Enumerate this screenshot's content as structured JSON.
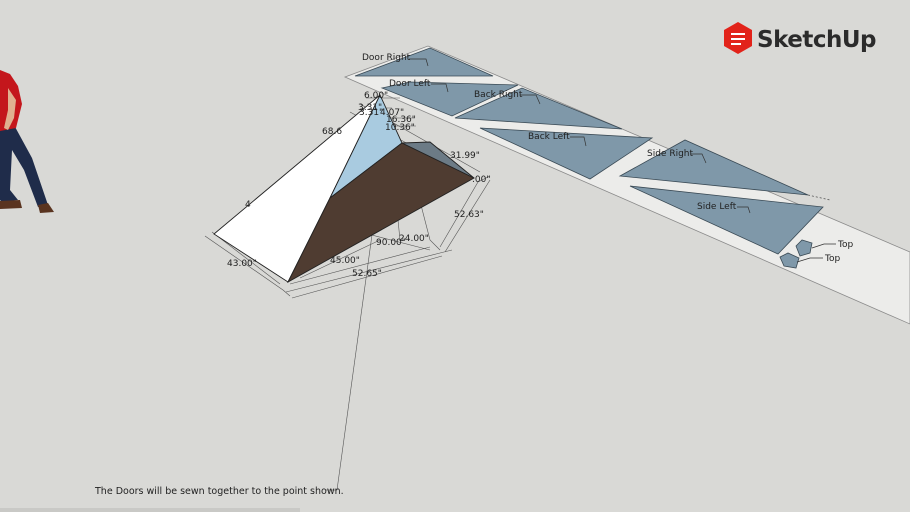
{
  "logo": {
    "text": "SketchUp",
    "color": "#e2231a"
  },
  "panel_labels": {
    "door_right": "Door Right",
    "door_left": "Door Left",
    "back_right": "Back Right",
    "back_left": "Back Left",
    "side_right": "Side Right",
    "side_left": "Side Left",
    "top_1": "Top",
    "top_2": "Top"
  },
  "dimensions": {
    "d1": "6.00\"",
    "d2": "3.31\"",
    "d3": "3.31\"",
    "d4": "4.07\"",
    "d5": "16.36\"",
    "d6": "10.36\"",
    "d7": "68.6",
    "d8": "31.99\"",
    "d9": ".00\"",
    "d10": "52.63\"",
    "d11": "24.00\"",
    "d12": "90.00\"",
    "d13": "45.00\"",
    "d14": "43.00\"",
    "d15": "52.65\"",
    "d16": "4"
  },
  "notes": {
    "doors_sewn": "The Doors will be sewn together to the point shown."
  },
  "colors": {
    "background": "#d9d9d6",
    "panel": "#7f98a9",
    "strip": "#ececea",
    "tent_white": "#ffffff",
    "tent_blue": "#a9cbe0",
    "tent_brown": "#4f3c31",
    "figure_shirt": "#c4161c",
    "figure_pants": "#1f2c4a"
  }
}
